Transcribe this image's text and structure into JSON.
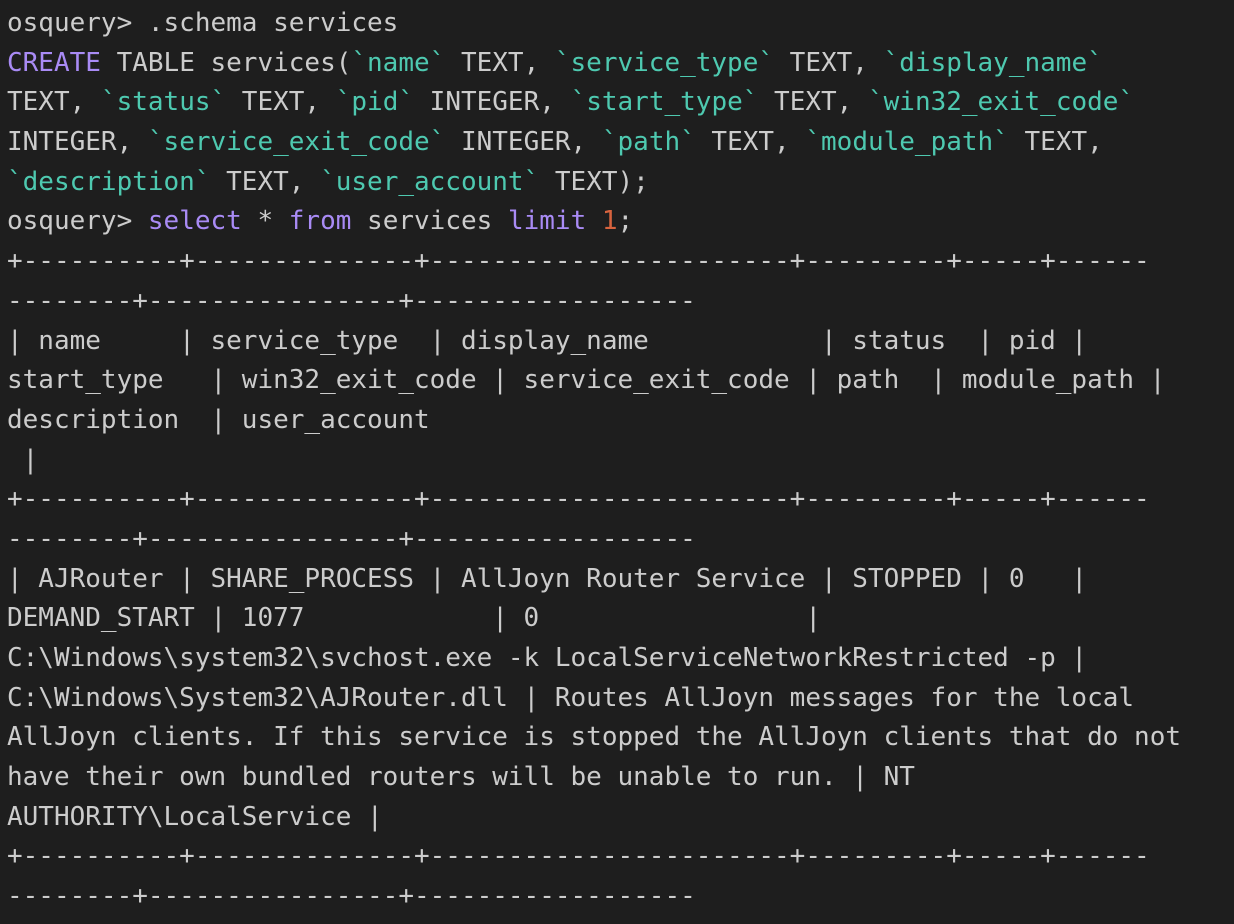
{
  "theme": {
    "background": "#1e1e1e",
    "text": "#cccccc",
    "keyword": "#a98bf5",
    "identifier": "#4ec9b0",
    "number": "#d7633e"
  },
  "lines": [
    [
      {
        "t": "osquery> .schema services",
        "c": "dim"
      }
    ],
    [
      {
        "t": "CREATE",
        "c": "kw-create"
      },
      {
        "t": " TABLE services(",
        "c": "dim"
      },
      {
        "t": "`name`",
        "c": "ident"
      },
      {
        "t": " TEXT, ",
        "c": "dim"
      },
      {
        "t": "`service_type`",
        "c": "ident"
      },
      {
        "t": " TEXT, ",
        "c": "dim"
      },
      {
        "t": "`display_name`",
        "c": "ident"
      }
    ],
    [
      {
        "t": "TEXT, ",
        "c": "dim"
      },
      {
        "t": "`status`",
        "c": "ident"
      },
      {
        "t": " TEXT, ",
        "c": "dim"
      },
      {
        "t": "`pid`",
        "c": "ident"
      },
      {
        "t": " INTEGER, ",
        "c": "dim"
      },
      {
        "t": "`start_type`",
        "c": "ident"
      },
      {
        "t": " TEXT, ",
        "c": "dim"
      },
      {
        "t": "`win32_exit_code`",
        "c": "ident"
      }
    ],
    [
      {
        "t": "INTEGER, ",
        "c": "dim"
      },
      {
        "t": "`service_exit_code`",
        "c": "ident"
      },
      {
        "t": " INTEGER, ",
        "c": "dim"
      },
      {
        "t": "`path`",
        "c": "ident"
      },
      {
        "t": " TEXT, ",
        "c": "dim"
      },
      {
        "t": "`module_path`",
        "c": "ident"
      },
      {
        "t": " TEXT,",
        "c": "dim"
      }
    ],
    [
      {
        "t": "`description`",
        "c": "ident"
      },
      {
        "t": " TEXT, ",
        "c": "dim"
      },
      {
        "t": "`user_account`",
        "c": "ident"
      },
      {
        "t": " TEXT);",
        "c": "dim"
      }
    ],
    [
      {
        "t": "osquery> ",
        "c": "dim"
      },
      {
        "t": "select",
        "c": "kw-purple"
      },
      {
        "t": " * ",
        "c": "dim"
      },
      {
        "t": "from",
        "c": "kw-purple"
      },
      {
        "t": " services ",
        "c": "dim"
      },
      {
        "t": "limit",
        "c": "kw-purple"
      },
      {
        "t": " ",
        "c": "dim"
      },
      {
        "t": "1",
        "c": "num"
      },
      {
        "t": ";",
        "c": "dim"
      }
    ],
    [
      {
        "t": "+----------+--------------+-----------------------+---------+-----+------",
        "c": "dim"
      }
    ],
    [
      {
        "t": "--------+----------------+------------------",
        "c": "dim"
      }
    ],
    [
      {
        "t": "| name     | service_type  | display_name           | status  | pid |",
        "c": "dim"
      }
    ],
    [
      {
        "t": "start_type   | win32_exit_code | service_exit_code | path  | module_path |",
        "c": "dim"
      }
    ],
    [
      {
        "t": "description  | user_account",
        "c": "dim"
      }
    ],
    [
      {
        "t": " |",
        "c": "dim"
      }
    ],
    [
      {
        "t": "+----------+--------------+-----------------------+---------+-----+------",
        "c": "dim"
      }
    ],
    [
      {
        "t": "--------+----------------+------------------",
        "c": "dim"
      }
    ],
    [
      {
        "t": "| AJRouter | SHARE_PROCESS | AllJoyn Router Service | STOPPED | 0   |",
        "c": "dim"
      }
    ],
    [
      {
        "t": "DEMAND_START | 1077            | 0                 |",
        "c": "dim"
      }
    ],
    [
      {
        "t": "C:\\Windows\\system32\\svchost.exe -k LocalServiceNetworkRestricted -p |",
        "c": "dim"
      }
    ],
    [
      {
        "t": "C:\\Windows\\System32\\AJRouter.dll | Routes AllJoyn messages for the local",
        "c": "dim"
      }
    ],
    [
      {
        "t": "AllJoyn clients. If this service is stopped the AllJoyn clients that do not",
        "c": "dim"
      }
    ],
    [
      {
        "t": "have their own bundled routers will be unable to run. | NT",
        "c": "dim"
      }
    ],
    [
      {
        "t": "AUTHORITY\\LocalService |",
        "c": "dim"
      }
    ],
    [
      {
        "t": "+----------+--------------+-----------------------+---------+-----+------",
        "c": "dim"
      }
    ],
    [
      {
        "t": "--------+----------------+------------------",
        "c": "dim"
      }
    ]
  ]
}
